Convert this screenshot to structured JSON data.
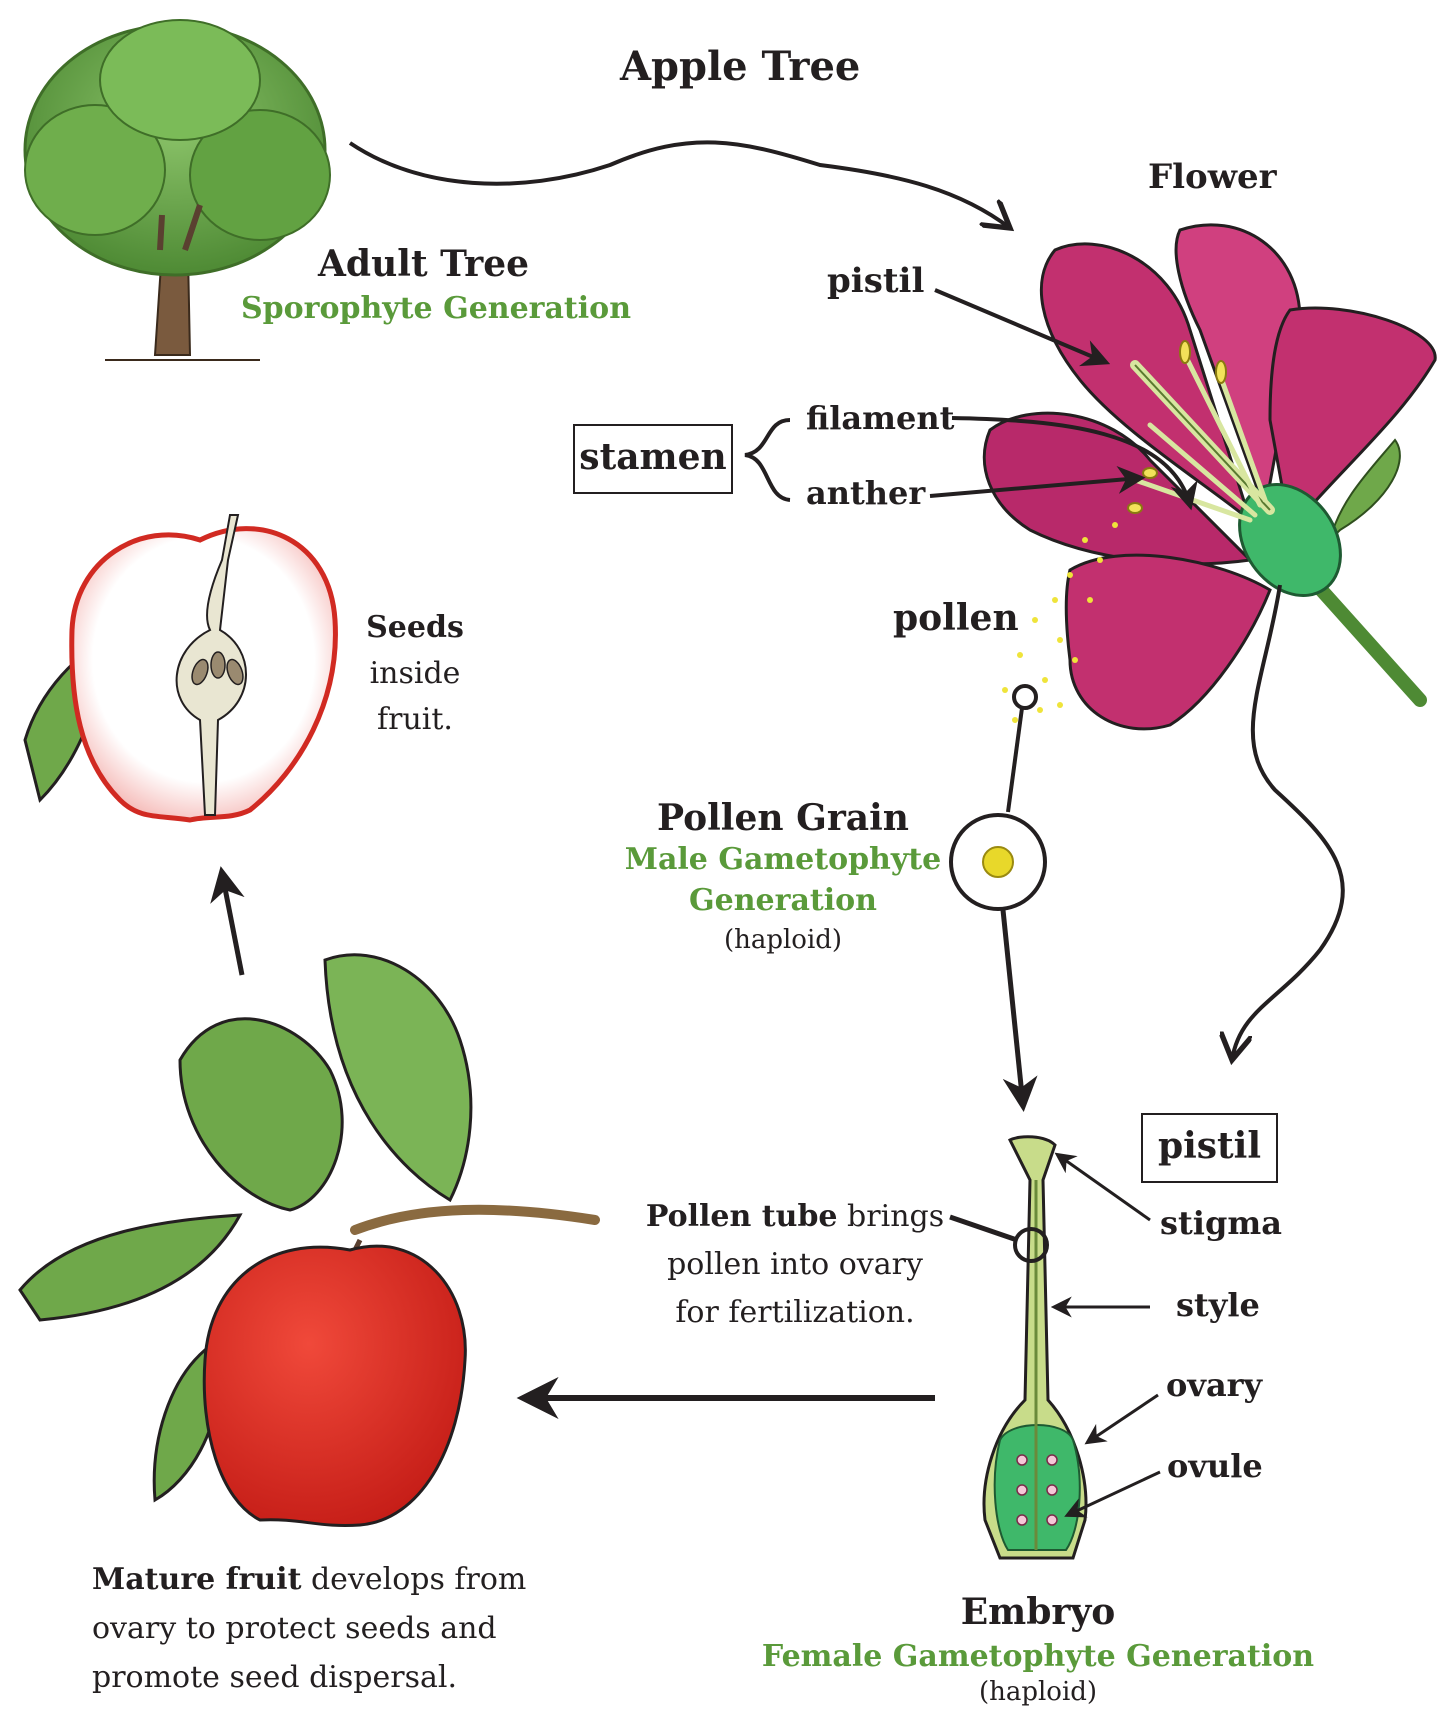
{
  "title": "Apple Tree",
  "adult_tree": {
    "name": "Adult Tree",
    "generation": "Sporophyte Generation"
  },
  "flower": {
    "title": "Flower",
    "pistil": "pistil",
    "stamen": "stamen",
    "filament": "filament",
    "anther": "anther",
    "pollen": "pollen"
  },
  "pollen_grain": {
    "name": "Pollen Grain",
    "gen1": "Male Gametophyte",
    "gen2": "Generation",
    "ploidy": "(haploid)"
  },
  "pistil_detail": {
    "title": "pistil",
    "stigma": "stigma",
    "style": "style",
    "ovary": "ovary",
    "ovule": "ovule"
  },
  "embryo": {
    "name": "Embryo",
    "generation": "Female Gametophyte Generation",
    "ploidy": "(haploid)"
  },
  "pollen_tube": {
    "bold": "Pollen tube",
    "line1_rest": " brings",
    "line2": "pollen into ovary",
    "line3": "for fertilization."
  },
  "seeds": {
    "bold": "Seeds",
    "line2": "inside",
    "line3": "fruit."
  },
  "mature_fruit": {
    "bold": "Mature fruit",
    "line1_rest": " develops from",
    "line2": "ovary to protect seeds and",
    "line3": "promote seed dispersal."
  },
  "colors": {
    "green_text": "#5a9a3a",
    "petal": "#c2306f",
    "apple": "#e0291f",
    "leaf": "#6fa84a",
    "pollen": "#f2ea3a"
  }
}
